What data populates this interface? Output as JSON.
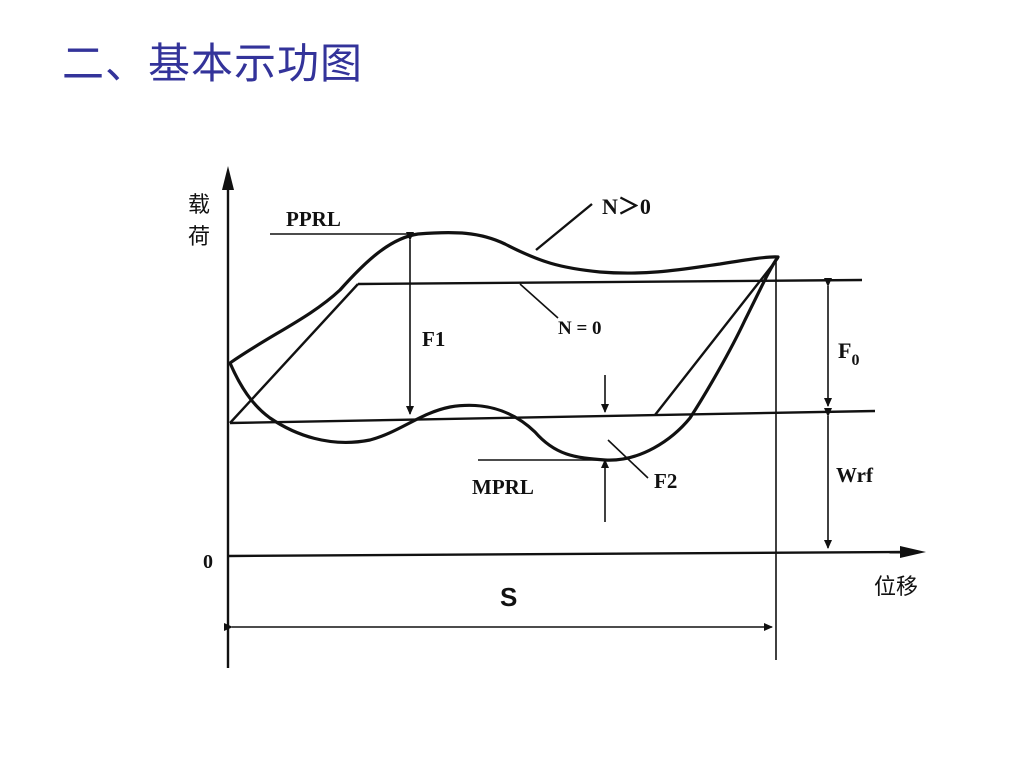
{
  "title": "二、基本示功图",
  "diagram": {
    "y_axis_label_1": "载",
    "y_axis_label_2": "荷",
    "x_axis_label": "位移",
    "origin_label": "0",
    "stroke_label": "S",
    "pprl_label": "PPRL",
    "mprl_label": "MPRL",
    "n_gt_0_label": "N＞0",
    "n_eq_0_label": "N = 0",
    "f1_label": "F1",
    "f2_label": "F2",
    "f0_label": "F",
    "f0_subscript": "0",
    "wrf_label": "Wrf"
  }
}
